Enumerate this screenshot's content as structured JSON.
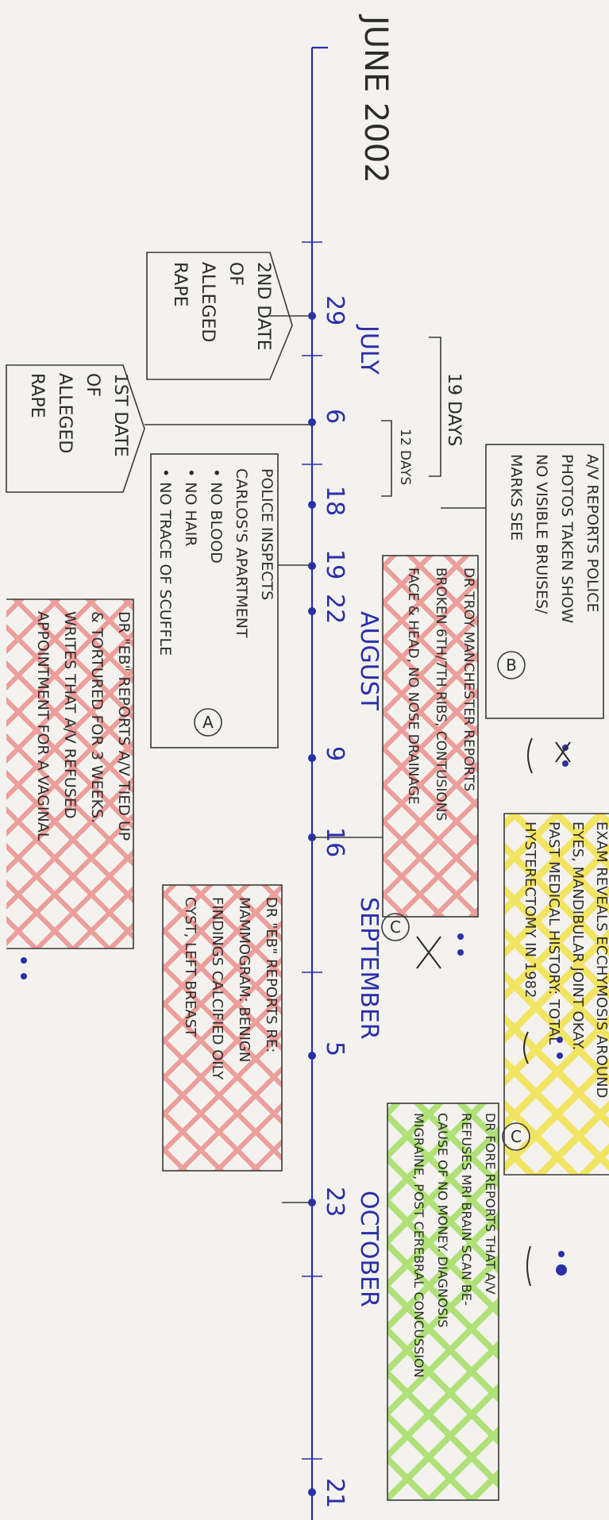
{
  "timeline": {
    "start_label": "JUNE 2002",
    "months": [
      "JULY",
      "AUGUST",
      "SEPTEMBER",
      "OCTOBER"
    ],
    "dates": [
      "29",
      "6",
      "18",
      "19",
      "22",
      "9",
      "16",
      "5",
      "23",
      "21"
    ],
    "intervals": [
      "19 DAYS",
      "12 DAYS"
    ]
  },
  "notes": {
    "date2": [
      "2ND DATE",
      "OF",
      "ALLEGED",
      "RAPE"
    ],
    "date1": [
      "1ST DATE",
      "OF",
      "ALLEGED",
      "RAPE"
    ],
    "police": [
      "POLICE INSPECTS",
      "CARLOS'S APARTMENT",
      "• NO BLOOD",
      "• NO HAIR",
      "• NO TRACE OF SCUFFLE"
    ],
    "police_marker": "A",
    "photos": [
      "A/V REPORTS POLICE",
      "PHOTOS TAKEN SHOW",
      "NO VISIBLE BRUISES/",
      "MARKS SEE"
    ],
    "photos_marker": "B",
    "troy": [
      "DR TROY MANCHESTER REPORTS",
      "BROKEN 6TH/7TH RIBS, CONTUSIONS",
      "FACE & HEAD, NO NOSE DRAINAGE"
    ],
    "troy_marker": "C",
    "eb1": [
      "DR \"EB\" REPORTS A/V TIED UP",
      "& TORTURED FOR 3 WEEKS.",
      "WRITES THAT A/V REFUSED",
      "APPOINTMENT FOR A VAGINAL"
    ],
    "eb2": [
      "DR \"EB\" REPORTS RE:",
      "MAMMOGRAM: BENIGN",
      "FINDINGS CALCIFIED OILY",
      "CYST, LEFT BREAST"
    ],
    "exam": [
      "EXAM REVEALS ECCHYMOSIS AROUND",
      "EYES, MANDIBULAR JOINT OKAY.",
      "PAST MEDICAL HISTORY: TOTAL",
      "HYSTERECTOMY IN 1982"
    ],
    "exam_marker": "C",
    "fore": [
      "DR FORE REPORTS THAT A/V",
      "REFUSES MRI BRAIN SCAN BE-",
      "CAUSE OF NO MONEY. DIAGNOSIS",
      "MIGRAINE, POST CEREBRAL CONCUSSION"
    ]
  },
  "colors": {
    "ink": "#2b2b2b",
    "timeline": "#2a2fa8",
    "red_cross": "#e98a84",
    "yellow_cross": "#f2e24a",
    "green_cross": "#9fdc5a"
  }
}
